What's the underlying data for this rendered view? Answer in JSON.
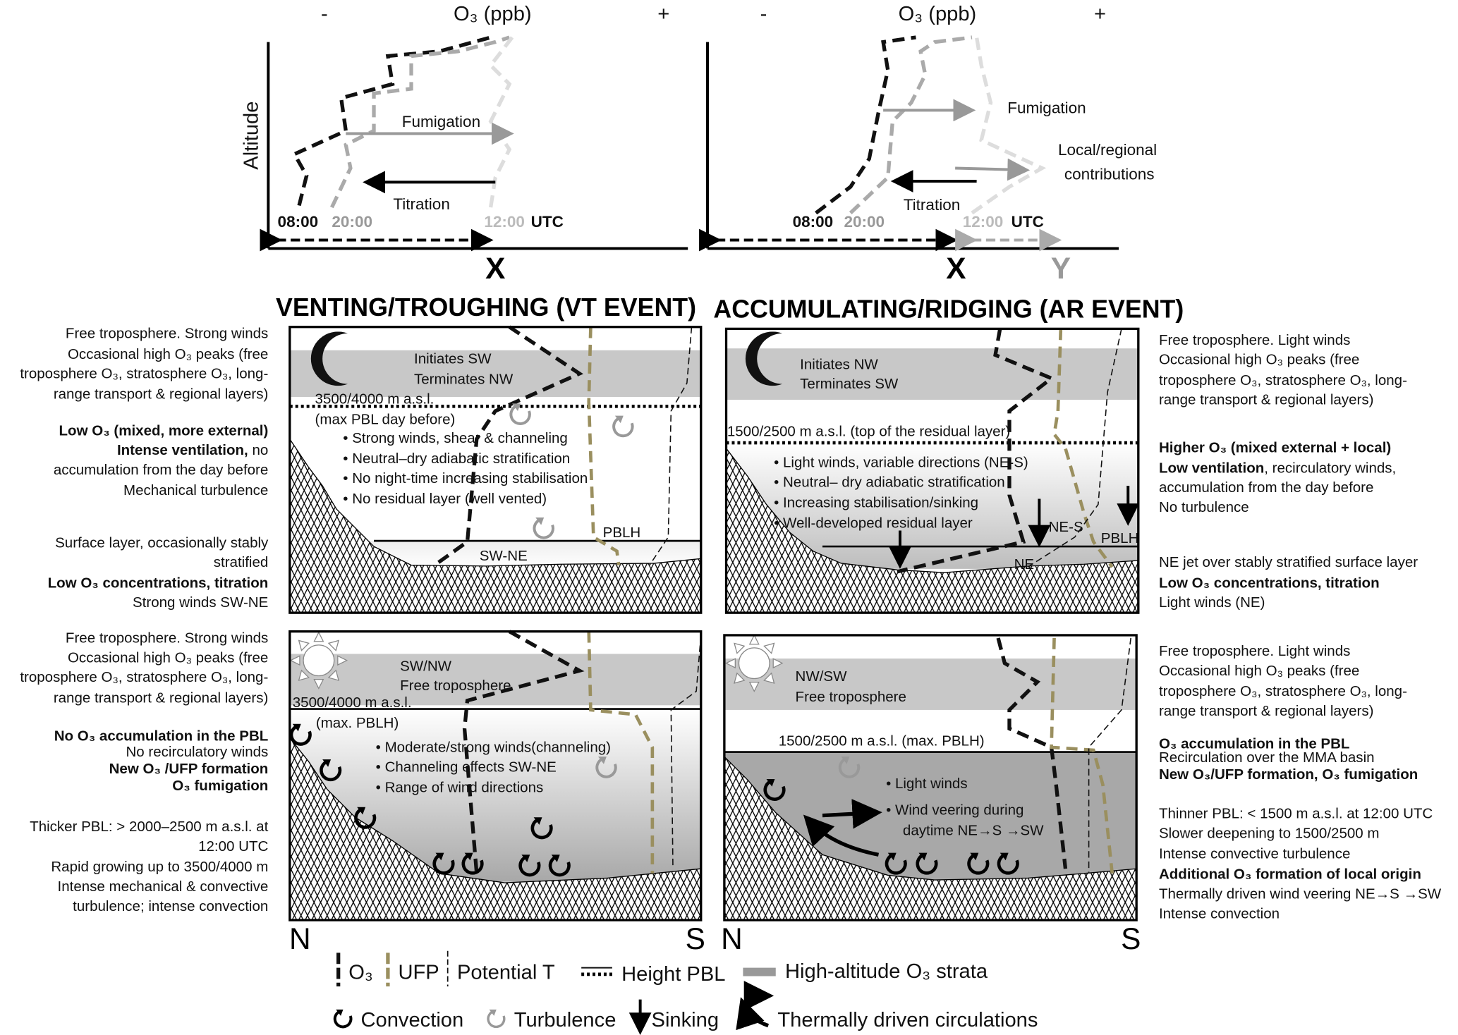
{
  "top_charts": {
    "left": {
      "minus": "-",
      "axis_label": "O₃ (ppb)",
      "plus": "+",
      "y_axis_label": "Altitude",
      "fumigation": "Fumigation",
      "titration": "Titration",
      "t1": "08:00",
      "t2": "20:00",
      "t3": "12:00",
      "utc": "UTC",
      "x_marker": "X"
    },
    "right": {
      "minus": "-",
      "axis_label": "O₃ (ppb)",
      "plus": "+",
      "fumigation": "Fumigation",
      "local1": "Local/regional",
      "local2": "contributions",
      "titration": "Titration",
      "t1": "08:00",
      "t2": "20:00",
      "t3": "12:00",
      "utc": "UTC",
      "x_marker": "X",
      "y_marker": "Y"
    }
  },
  "titles": {
    "vt": "VENTING/TROUGHING (VT EVENT)",
    "ar": "ACCUMULATING/RIDGING (AR EVENT)"
  },
  "panels": {
    "vt_night": {
      "l1": "Initiates  SW",
      "l2": "Terminates NW",
      "h1": "3500/4000 m  a.s.l.",
      "h2": "(max PBL day before)",
      "bullets": [
        "Strong winds, shear & channeling",
        "Neutral–dry adiabatic stratification",
        "No night-time increasing stabilisation",
        "No residual layer  (well vented)"
      ],
      "wind": "SW-NE",
      "pblh": "PBLH"
    },
    "ar_night": {
      "l1": "Initiates  NW",
      "l2": "Terminates SW",
      "h1": "1500/2500 m  a.s.l. (top of the residual layer)",
      "bullets": [
        "Light winds, variable directions (NE-S)",
        "Neutral– dry adiabatic stratification",
        "Increasing stabilisation/sinking",
        "Well-developed residual layer"
      ],
      "wind1": "NE-S",
      "wind2": "NE",
      "pblh": "PBLH"
    },
    "vt_day": {
      "l1": "SW/NW",
      "l2": "Free troposphere",
      "h1": "3500/4000 m  a.s.l.",
      "h2": "(max. PBLH)",
      "bullets": [
        "Moderate/strong winds(channeling)",
        "Channeling effects  SW-NE",
        "Range of wind directions"
      ]
    },
    "ar_day": {
      "l1": "NW/SW",
      "l2": "Free troposphere",
      "h1": "1500/2500 m  a.s.l. (max. PBLH)",
      "bullets": [
        "Light winds",
        "Wind veering during"
      ],
      "b3": "daytime  NE→S →SW"
    }
  },
  "side_notes": {
    "left_top": [
      [
        {
          "t": "Free troposphere. Strong winds"
        }
      ],
      [
        {
          "t": "Occasional high O₃ peaks (free"
        }
      ],
      [
        {
          "t": "troposphere O₃, stratosphere O₃, long-"
        }
      ],
      [
        {
          "t": "range transport & regional layers)"
        }
      ],
      [
        {
          "t": "Low  O₃  (mixed, more external)",
          "b": true
        }
      ],
      [
        {
          "t": "Intense ventilation,",
          "b": true
        },
        {
          "t": " no"
        }
      ],
      [
        {
          "t": "accumulation from the day before"
        }
      ],
      [
        {
          "t": "Mechanical turbulence"
        }
      ],
      [
        {
          "t": "Surface layer, occasionally stably"
        }
      ],
      [
        {
          "t": "stratified"
        }
      ],
      [
        {
          "t": "Low O₃ concentrations, titration",
          "b": true
        }
      ],
      [
        {
          "t": "Strong winds  SW-NE"
        }
      ]
    ],
    "left_bottom": [
      [
        {
          "t": "Free troposphere. Strong winds"
        }
      ],
      [
        {
          "t": "Occasional high O₃ peaks (free"
        }
      ],
      [
        {
          "t": "troposphere O₃, stratosphere O₃, long-"
        }
      ],
      [
        {
          "t": "range transport & regional layers)"
        }
      ],
      [
        {
          "t": "No  O₃ accumulation in the PBL",
          "b": true
        }
      ],
      [
        {
          "t": "No recirculatory winds"
        }
      ],
      [
        {
          "t": "New O₃ /UFP formation",
          "b": true
        }
      ],
      [
        {
          "t": "O₃ fumigation",
          "b": true
        }
      ],
      [
        {
          "t": "Thicker PBL: > 2000–2500 m a.s.l. at"
        }
      ],
      [
        {
          "t": "12:00 UTC"
        }
      ],
      [
        {
          "t": "Rapid growing up to 3500/4000 m"
        }
      ],
      [
        {
          "t": "Intense mechanical & convective"
        }
      ],
      [
        {
          "t": "turbulence; intense convection"
        }
      ]
    ],
    "right_top": [
      [
        {
          "t": "Free troposphere. Light winds"
        }
      ],
      [
        {
          "t": "Occasional high O₃ peaks (free"
        }
      ],
      [
        {
          "t": "troposphere O₃, stratosphere O₃, long-"
        }
      ],
      [
        {
          "t": "range transport & regional layers)"
        }
      ],
      [
        {
          "t": "Higher O₃  (mixed external + local)",
          "b": true
        }
      ],
      [
        {
          "t": "Low ventilation",
          "b": true
        },
        {
          "t": ", recirculatory winds,"
        }
      ],
      [
        {
          "t": "accumulation from the day before"
        }
      ],
      [
        {
          "t": "No turbulence"
        }
      ],
      [
        {
          "t": "NE jet over stably stratified surface layer"
        }
      ],
      [
        {
          "t": "Low O₃ concentrations, titration",
          "b": true
        }
      ],
      [
        {
          "t": "Light winds (NE)"
        }
      ]
    ],
    "right_bottom": [
      [
        {
          "t": "Free troposphere. Light winds"
        }
      ],
      [
        {
          "t": "Occasional high O₃ peaks (free"
        }
      ],
      [
        {
          "t": "troposphere O₃, stratosphere O₃, long-"
        }
      ],
      [
        {
          "t": "range transport & regional layers)"
        }
      ],
      [
        {
          "t": "O₃ accumulation in the PBL",
          "b": true
        }
      ],
      [
        {
          "t": "Recirculation over the MMA basin"
        }
      ],
      [
        {
          "t": "New  O₃/UFP formation, O₃ fumigation",
          "b": true
        }
      ],
      [
        {
          "t": "Thinner PBL: < 1500 m a.s.l. at 12:00 UTC"
        }
      ],
      [
        {
          "t": "Slower deepening to  1500/2500 m"
        }
      ],
      [
        {
          "t": "Intense convective turbulence"
        }
      ],
      [
        {
          "t": "Additional O₃ formation of local origin",
          "b": true
        }
      ],
      [
        {
          "t": "Thermally driven wind veering NE→S →SW"
        }
      ],
      [
        {
          "t": "Intense convection"
        }
      ]
    ]
  },
  "axis_ends": {
    "n1": "N",
    "s1": "S",
    "n2": "N",
    "s2": "S"
  },
  "legend": {
    "o3": "O₃",
    "ufp": "UFP",
    "pot_t": "Potential T",
    "pbl": "Height PBL",
    "strata": "High-altitude O₃ strata",
    "convection": "Convection",
    "turbulence": "Turbulence",
    "sinking": "Sinking",
    "thermal": "Thermally driven circulations"
  },
  "colors": {
    "ufp": "#9a8f5f",
    "strata": "#c8c8c8",
    "grey_profile": "#aaaaaa",
    "light_profile": "#dddddd"
  }
}
